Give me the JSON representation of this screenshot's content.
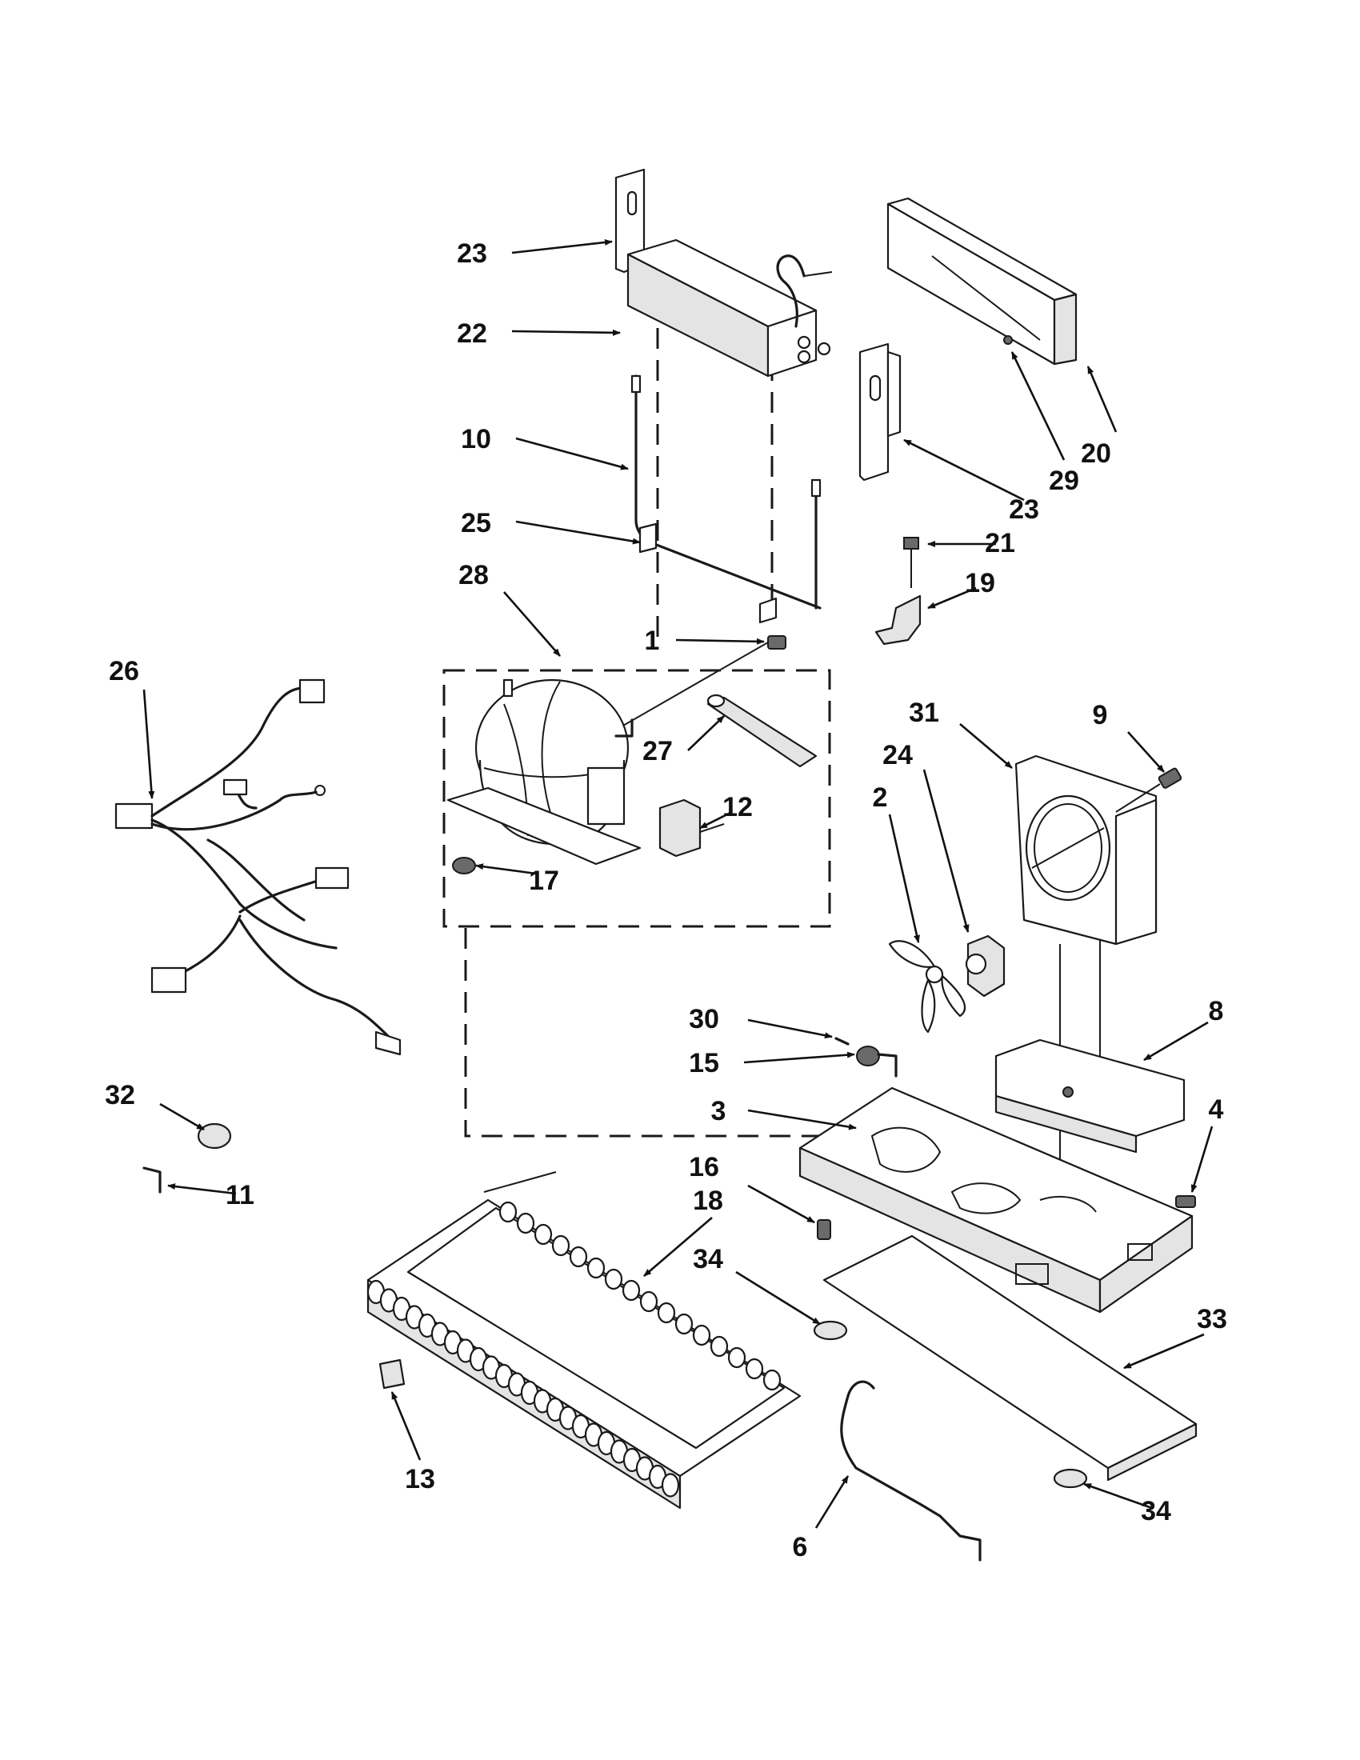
{
  "diagram": {
    "callouts": [
      {
        "id": "c23a",
        "text": "23"
      },
      {
        "id": "c22",
        "text": "22"
      },
      {
        "id": "c10",
        "text": "10"
      },
      {
        "id": "c25",
        "text": "25"
      },
      {
        "id": "c28",
        "text": "28"
      },
      {
        "id": "c1",
        "text": "1"
      },
      {
        "id": "c20",
        "text": "20"
      },
      {
        "id": "c29",
        "text": "29"
      },
      {
        "id": "c23b",
        "text": "23"
      },
      {
        "id": "c21",
        "text": "21"
      },
      {
        "id": "c19",
        "text": "19"
      },
      {
        "id": "c26",
        "text": "26"
      },
      {
        "id": "c27",
        "text": "27"
      },
      {
        "id": "c12",
        "text": "12"
      },
      {
        "id": "c17",
        "text": "17"
      },
      {
        "id": "c31",
        "text": "31"
      },
      {
        "id": "c9",
        "text": "9"
      },
      {
        "id": "c24",
        "text": "24"
      },
      {
        "id": "c2",
        "text": "2"
      },
      {
        "id": "c30",
        "text": "30"
      },
      {
        "id": "c15",
        "text": "15"
      },
      {
        "id": "c8",
        "text": "8"
      },
      {
        "id": "c3",
        "text": "3"
      },
      {
        "id": "c4",
        "text": "4"
      },
      {
        "id": "c32",
        "text": "32"
      },
      {
        "id": "c11",
        "text": "11"
      },
      {
        "id": "c16",
        "text": "16"
      },
      {
        "id": "c18",
        "text": "18"
      },
      {
        "id": "c34a",
        "text": "34"
      },
      {
        "id": "c33",
        "text": "33"
      },
      {
        "id": "c13",
        "text": "13"
      },
      {
        "id": "c6",
        "text": "6"
      },
      {
        "id": "c34b",
        "text": "34"
      }
    ]
  }
}
